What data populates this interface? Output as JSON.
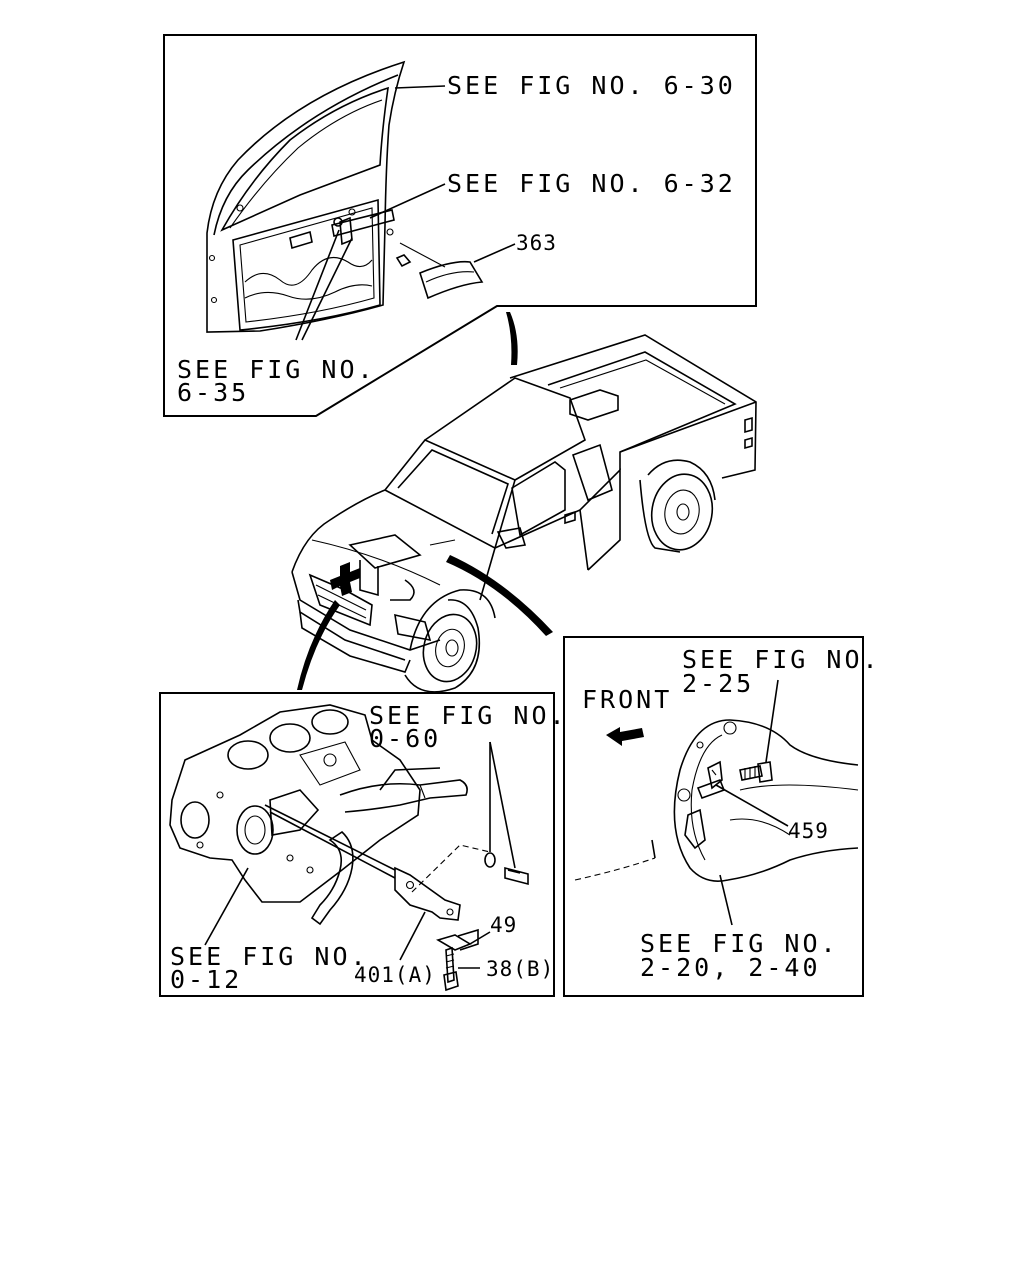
{
  "panels": {
    "door": {
      "ref_630": "SEE FIG NO. 6-30",
      "ref_632": "SEE FIG NO. 6-32",
      "part_363": "363",
      "ref_635_line1": "SEE FIG NO.",
      "ref_635_line2": "6-35"
    },
    "engine": {
      "ref_060_line1": "SEE FIG NO.",
      "ref_060_line2": "0-60",
      "part_49": "49",
      "ref_012_line1": "SEE FIG NO.",
      "ref_012_line2": "0-12",
      "part_401": "401(A)",
      "part_38": "38(B)"
    },
    "transmission": {
      "ref_225_line1": "SEE FIG NO.",
      "ref_225_line2": "2-25",
      "front_label": "FRONT",
      "part_459": "459",
      "ref_220_line1": "SEE FIG NO.",
      "ref_220_line2": "2-20, 2-40"
    }
  }
}
